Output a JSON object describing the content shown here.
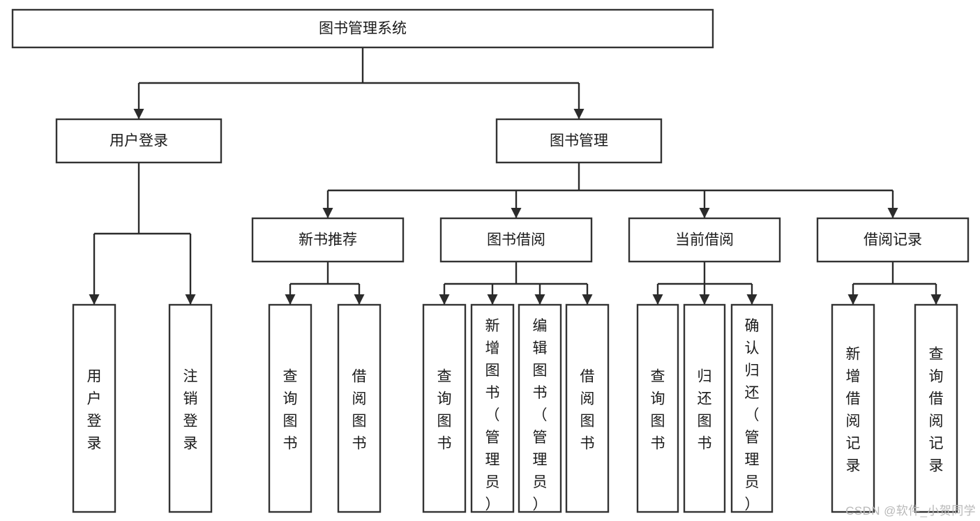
{
  "diagram": {
    "title": "图书管理系统",
    "type": "tree-flowchart",
    "orientation": "top-down",
    "colors": {
      "box_fill": "#ffffff",
      "box_stroke": "#333333",
      "connector": "#2b2b2b",
      "text": "#1a1a1a",
      "background": "#ffffff",
      "watermark": "#b9b9b9"
    },
    "nodes": {
      "root": {
        "label": "图书管理系统",
        "level": 0,
        "orientation": "horizontal"
      },
      "l1": [
        {
          "id": "user-login",
          "label": "用户登录",
          "level": 1,
          "orientation": "horizontal"
        },
        {
          "id": "book-manage",
          "label": "图书管理",
          "level": 1,
          "orientation": "horizontal"
        }
      ],
      "l2": [
        {
          "id": "new-book-rec",
          "label": "新书推荐",
          "level": 2,
          "orientation": "horizontal",
          "parent": "book-manage"
        },
        {
          "id": "book-borrow",
          "label": "图书借阅",
          "level": 2,
          "orientation": "horizontal",
          "parent": "book-manage"
        },
        {
          "id": "current-borrow",
          "label": "当前借阅",
          "level": 2,
          "orientation": "horizontal",
          "parent": "book-manage"
        },
        {
          "id": "borrow-record",
          "label": "借阅记录",
          "level": 2,
          "orientation": "horizontal",
          "parent": "book-manage"
        }
      ],
      "leaves": [
        {
          "id": "leaf-user-login",
          "label": "用户登录",
          "parent": "user-login",
          "orientation": "vertical"
        },
        {
          "id": "leaf-logout-login",
          "label": "注销登录",
          "parent": "user-login",
          "orientation": "vertical"
        },
        {
          "id": "leaf-query-book-1",
          "label": "查询图书",
          "parent": "new-book-rec",
          "orientation": "vertical"
        },
        {
          "id": "leaf-borrow-book-1",
          "label": "借阅图书",
          "parent": "new-book-rec",
          "orientation": "vertical"
        },
        {
          "id": "leaf-query-book-2",
          "label": "查询图书",
          "parent": "book-borrow",
          "orientation": "vertical"
        },
        {
          "id": "leaf-add-book",
          "label": "新增图书（管理员）",
          "parent": "book-borrow",
          "orientation": "vertical"
        },
        {
          "id": "leaf-edit-book",
          "label": "编辑图书（管理员）",
          "parent": "book-borrow",
          "orientation": "vertical"
        },
        {
          "id": "leaf-borrow-book-2",
          "label": "借阅图书",
          "parent": "book-borrow",
          "orientation": "vertical"
        },
        {
          "id": "leaf-query-book-3",
          "label": "查询图书",
          "parent": "current-borrow",
          "orientation": "vertical"
        },
        {
          "id": "leaf-return-book",
          "label": "归还图书",
          "parent": "current-borrow",
          "orientation": "vertical"
        },
        {
          "id": "leaf-confirm-return",
          "label": "确认归还（管理员）",
          "parent": "current-borrow",
          "orientation": "vertical"
        },
        {
          "id": "leaf-add-record",
          "label": "新增借阅记录",
          "parent": "borrow-record",
          "orientation": "vertical"
        },
        {
          "id": "leaf-query-record",
          "label": "查询借阅记录",
          "parent": "borrow-record",
          "orientation": "vertical"
        }
      ]
    },
    "watermark": "CSDN @软件_小贺同学"
  }
}
